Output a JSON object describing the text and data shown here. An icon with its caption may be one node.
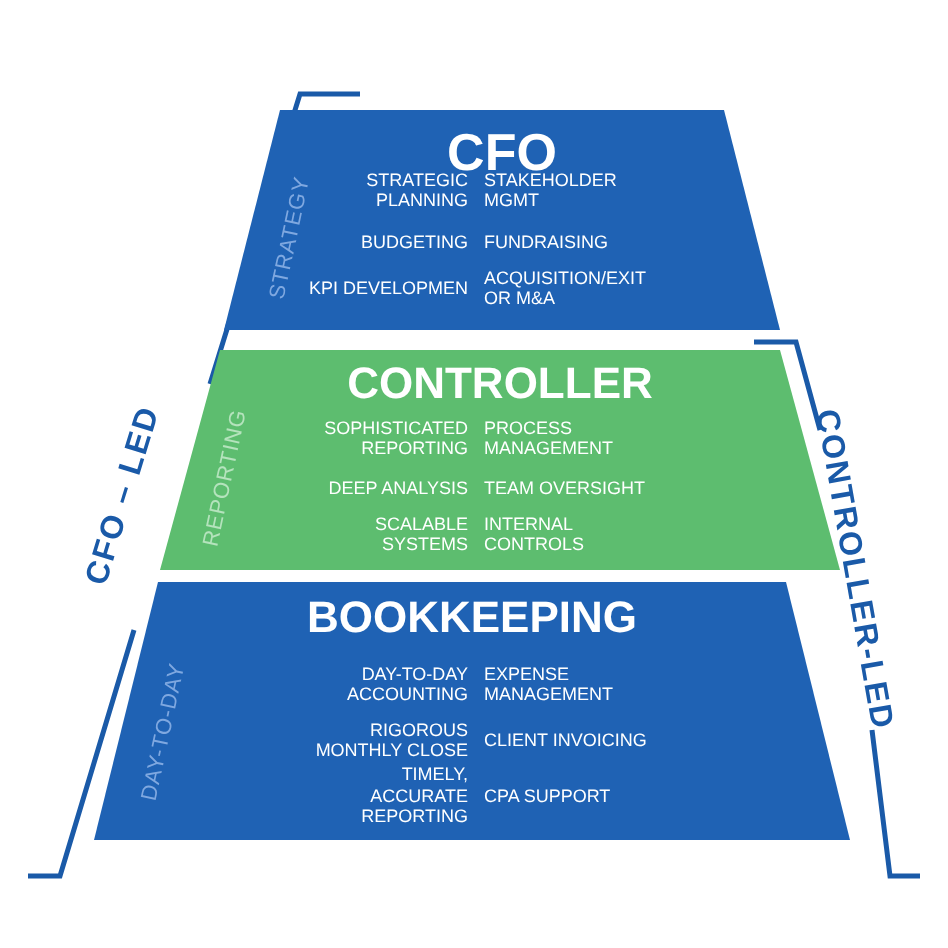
{
  "diagram": {
    "nodes": [
      {
        "text": [
          "CFO",
          "STRATEGY",
          "STRATEGIC PLANNING",
          "STAKEHOLDER MGMT",
          "BUDGETING",
          "FUNDRAISING",
          "KPI DEVELOPMEN",
          "ACQUISITION/EXIT OR M&A"
        ]
      },
      {
        "text": [
          "CONTROLLER",
          "REPORTING",
          "SOPHISTICATED REPORTING",
          "PROCESS MANAGEMENT",
          "DEEP ANALYSIS",
          "TEAM OVERSIGHT",
          "SCALABLE SYSTEMS",
          "INTERNAL CONTROLS"
        ]
      },
      {
        "text": [
          "BOOKKEEPING",
          "DAY-TO-DAY",
          "DAY-TO-DAY ACCOUNTING",
          "EXPENSE MANAGEMENT",
          "RIGOROUS MONTHLY CLOSE",
          "CLIENT INVOICING",
          "TIMELY, ACCURATE REPORTING",
          "CPA SUPPORT"
        ]
      }
    ],
    "edges": [],
    "labels": [
      "CFO – LED",
      "CONTROLLER-LED"
    ]
  }
}
